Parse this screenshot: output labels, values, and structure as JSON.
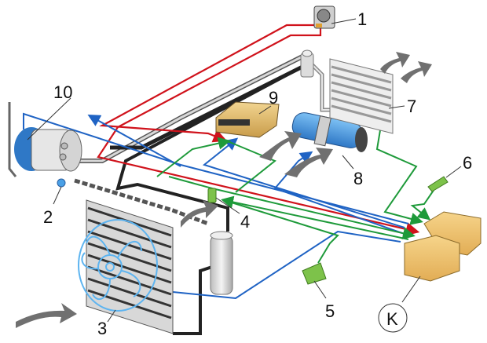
{
  "diagram": {
    "title": "Air conditioning system component layout",
    "wire_colors": {
      "power": "#d0121b",
      "signal_in": "#1f63c4",
      "signal_out": "#1e9a3a",
      "refrigerant_line": "#2b2b2b",
      "refrigerant_line_light": "#9a9a9a"
    },
    "component_colors": {
      "ecu": "#e8c57a",
      "control_unit_k": "#f1c77a",
      "blower": "#4aa0e6",
      "fan": "#66b6ef",
      "sensor_green": "#7dc24a",
      "airflow_arrow": "#6f6f6f"
    },
    "callouts": [
      {
        "id": "1",
        "label": "1",
        "component": "control panel switch"
      },
      {
        "id": "2",
        "label": "2",
        "component": "compressor clutch connector"
      },
      {
        "id": "3",
        "label": "3",
        "component": "condenser fan"
      },
      {
        "id": "4",
        "label": "4",
        "component": "pressure switch"
      },
      {
        "id": "5",
        "label": "5",
        "component": "sensor"
      },
      {
        "id": "6",
        "label": "6",
        "component": "temperature sensor"
      },
      {
        "id": "7",
        "label": "7",
        "component": "evaporator"
      },
      {
        "id": "8",
        "label": "8",
        "component": "blower motor"
      },
      {
        "id": "9",
        "label": "9",
        "component": "engine control unit"
      },
      {
        "id": "10",
        "label": "10",
        "component": "compressor"
      },
      {
        "id": "K",
        "label": "K",
        "component": "control unit"
      }
    ]
  }
}
